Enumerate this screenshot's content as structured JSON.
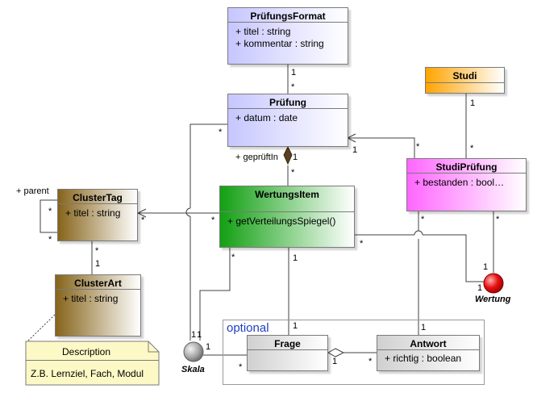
{
  "classes": {
    "pruefungsformat": {
      "name": "PrüfungsFormat",
      "attrs": [
        "+ titel : string",
        "+ kommentar : string"
      ]
    },
    "pruefung": {
      "name": "Prüfung",
      "attrs": [
        "+ datum : date"
      ]
    },
    "studi": {
      "name": "Studi"
    },
    "studipruefung": {
      "name": "StudiPrüfung",
      "attrs": [
        "+ bestanden : bool…"
      ]
    },
    "clustertag": {
      "name": "ClusterTag",
      "attrs": [
        "+ titel : string"
      ]
    },
    "wertungsitem": {
      "name": "WertungsItem",
      "attrs": [
        "+ getVerteilungsSpiegel()"
      ]
    },
    "clusterart": {
      "name": "ClusterArt",
      "attrs": [
        "+ titel : string"
      ]
    },
    "frage": {
      "name": "Frage"
    },
    "antwort": {
      "name": "Antwort",
      "attrs": [
        "+ richtig : boolean"
      ]
    }
  },
  "interfaces": {
    "skala": "Skala",
    "wertung": "Wertung"
  },
  "package": {
    "label": "optional"
  },
  "note": {
    "title": "Description",
    "body": "Z.B. Lernziel, Fach, Modul"
  },
  "labels": {
    "format_1": "1",
    "format_many": "*",
    "prueft_role": "+ geprüftIn",
    "prueft_1": "1",
    "prueft_many": "*",
    "pruefung_left_many": "*",
    "studipr_pruefung_1": "1",
    "studipr_pruefung_many": "*",
    "studi_1": "1",
    "studi_many": "*",
    "parent_role": "+ parent",
    "parent_many_top": "*",
    "parent_many_bottom": "*",
    "cluster_many_right": "*",
    "wertungsitem_cluster_many": "*",
    "clusterart_many": "*",
    "clusterart_1": "1",
    "wi_frage_1_top": "1",
    "wi_frage_1_bottom": "1",
    "wi_wertung_many": "*",
    "studipr_antwort_many": "*",
    "studipr_wertung_many": "*",
    "wertung_1_a": "1",
    "wertung_1_b": "1",
    "skala_1_a": "1",
    "skala_1_b": "1",
    "skala_1_c": "1",
    "wi_skala_many": "*",
    "frage_skala_many": "*",
    "frage_antwort_1": "1",
    "frage_antwort_many": "*",
    "antwort_studipr_1": "1"
  },
  "colors": {
    "pruefungsformat": "#c8c8ff",
    "pruefung": "#c8c8ff",
    "studi": "#ffa800",
    "studipruefung": "#ff7fff",
    "wertungsitem": "#1fa81f",
    "clustertag": "#8a6a20",
    "clusterart": "#8a6a20",
    "frage": "#d8d8d8",
    "antwort": "#d8d8d8",
    "wertung": "#e00000",
    "skala": "#9a9a9a",
    "optional": "#1f3fbf",
    "note": "#fdf9c6"
  }
}
